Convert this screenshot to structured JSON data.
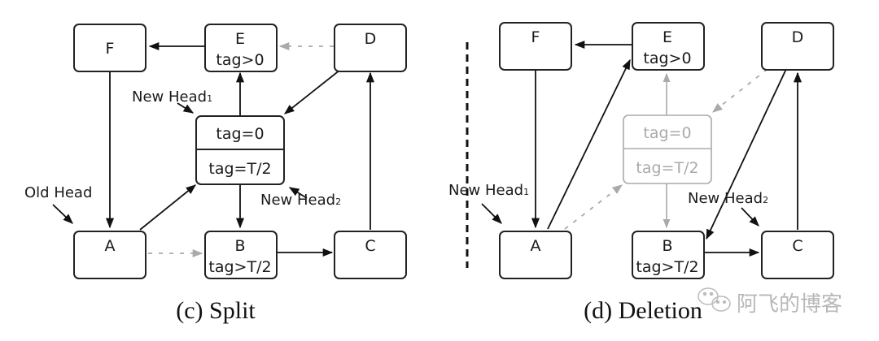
{
  "split": {
    "caption": "(c)  Split",
    "nodes": {
      "F": {
        "name": "F",
        "tag": ""
      },
      "E": {
        "name": "E",
        "tag": "tag>0"
      },
      "D": {
        "name": "D",
        "tag": ""
      },
      "A": {
        "name": "A",
        "tag": ""
      },
      "B": {
        "name": "B",
        "tag": "tag>T/2"
      },
      "C": {
        "name": "C",
        "tag": ""
      },
      "M": {
        "top": "tag=0",
        "bottom": "tag=T/2"
      }
    },
    "labels": {
      "new_head1": "New Head",
      "new_head1_sub": "1",
      "new_head2": "New Head",
      "new_head2_sub": "2",
      "old_head": "Old Head"
    }
  },
  "deletion": {
    "caption": "(d)  Deletion",
    "nodes": {
      "F": {
        "name": "F",
        "tag": ""
      },
      "E": {
        "name": "E",
        "tag": "tag>0"
      },
      "D": {
        "name": "D",
        "tag": ""
      },
      "A": {
        "name": "A",
        "tag": ""
      },
      "B": {
        "name": "B",
        "tag": "tag>T/2"
      },
      "C": {
        "name": "C",
        "tag": ""
      },
      "M": {
        "top": "tag=0",
        "bottom": "tag=T/2"
      }
    },
    "labels": {
      "new_head1": "New Head",
      "new_head1_sub": "1",
      "new_head2": "New Head",
      "new_head2_sub": "2"
    }
  },
  "watermark": {
    "icon": "wechat-icon",
    "text": "阿飞的博客"
  }
}
